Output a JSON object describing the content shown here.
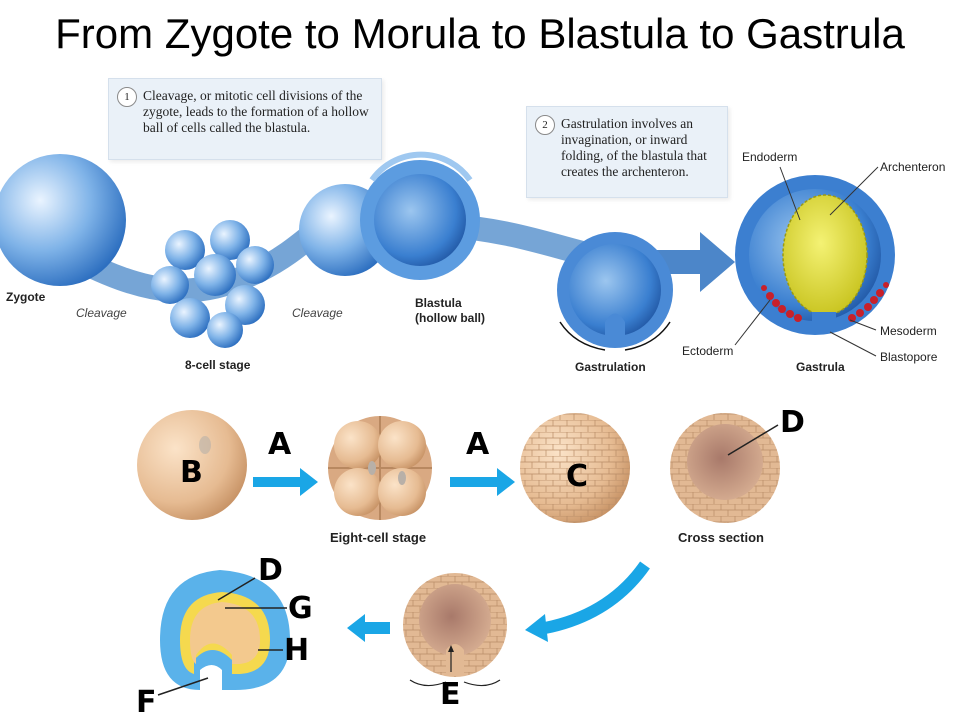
{
  "title": "From Zygote to Morula to Blastula to Gastrula",
  "callouts": [
    {
      "num": "1",
      "text": "Cleavage, or mitotic cell divisions of the zygote, leads to the formation of a hollow ball of cells called the blastula."
    },
    {
      "num": "2",
      "text": "Gastrulation involves an invagination, or inward folding, of the blastula that creates the archenteron."
    }
  ],
  "top_labels": {
    "zygote": "Zygote",
    "cleavage1": "Cleavage",
    "cleavage2": "Cleavage",
    "eight_cell": "8-cell stage",
    "blastula": "Blastula",
    "blastula_sub": "(hollow ball)",
    "gastrulation": "Gastrulation",
    "endoderm": "Endoderm",
    "archenteron": "Archenteron",
    "ectoderm": "Ectoderm",
    "mesoderm": "Mesoderm",
    "blastopore": "Blastopore",
    "gastrula": "Gastrula"
  },
  "bottom_labels": {
    "A1": "A",
    "A2": "A",
    "B": "B",
    "C": "C",
    "D1": "D",
    "D2": "D",
    "E": "E",
    "F": "F",
    "G": "G",
    "H": "H",
    "eight_cell_stage": "Eight-cell stage",
    "cross_section": "Cross section"
  },
  "colors": {
    "blue_cell": "#3f86d4",
    "tan_cell": "#e8bf98",
    "arrow_blue": "#1aa6e6",
    "endoderm_yellow": "#e4e043",
    "mesoderm_red": "#c8202a"
  }
}
